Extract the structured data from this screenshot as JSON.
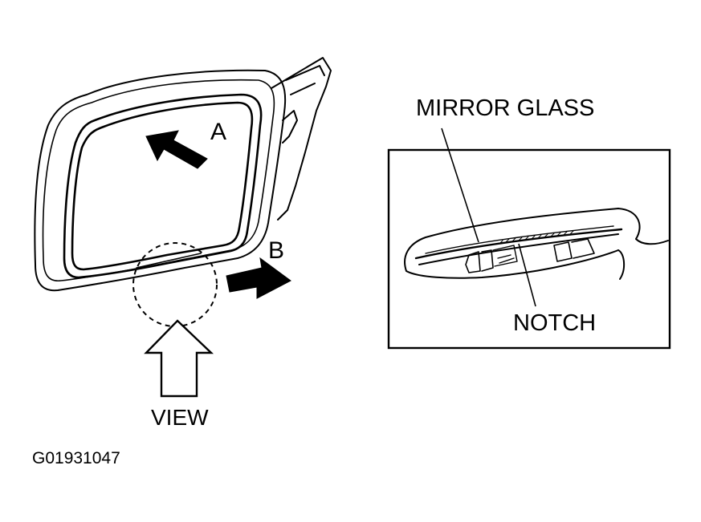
{
  "labels": {
    "arrow_a": "A",
    "arrow_b": "B",
    "view": "VIEW",
    "mirror_glass": "MIRROR GLASS",
    "notch": "NOTCH",
    "figure_id": "G01931047"
  },
  "colors": {
    "ink": "#000000",
    "paper": "#ffffff"
  }
}
